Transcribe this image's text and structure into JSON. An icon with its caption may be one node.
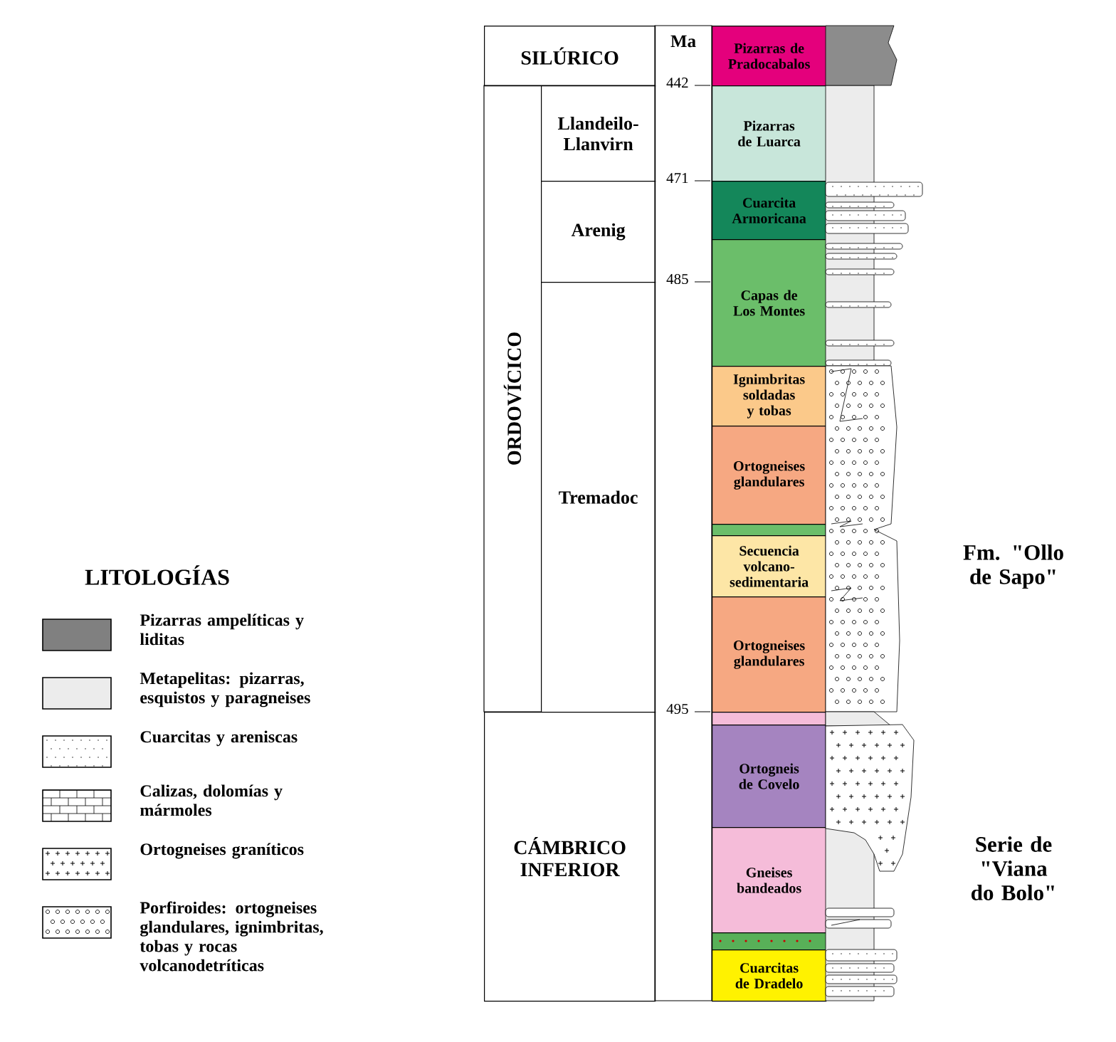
{
  "diagram": {
    "nodes": [
      {
        "text": [
          "SILÚRICO"
        ]
      },
      {
        "text": [
          "ORDOVÍCICO"
        ]
      },
      {
        "text": [
          "Llandeilo-Llanvirn"
        ],
        "in": 1
      },
      {
        "text": [
          "Arenig"
        ],
        "in": 1
      },
      {
        "text": [
          "Tremadoc"
        ],
        "in": 1
      },
      {
        "text": [
          "CÁMBRICO INFERIOR"
        ]
      },
      {
        "text": [
          "Pizarras de Pradocabalos"
        ]
      },
      {
        "text": [
          "Pizarras de Luarca"
        ]
      },
      {
        "text": [
          "Cuarcita Armoricana"
        ]
      },
      {
        "text": [
          "Capas de Los Montes"
        ]
      },
      {
        "text": [
          "Ignimbritas soldadas y tobas"
        ]
      },
      {
        "text": [
          "Ortogneises glandulares"
        ]
      },
      {
        "text": [],
        "shape": "bar"
      },
      {
        "text": [
          "Secuencia volcano-sedimentaria"
        ]
      },
      {
        "text": [
          "Ortogneises glandulares"
        ]
      },
      {
        "text": [],
        "shape": "bar"
      },
      {
        "text": [
          "Ortogneis de Covelo"
        ]
      },
      {
        "text": [
          "Gneises bandeados"
        ]
      },
      {
        "text": [],
        "shape": "bar"
      },
      {
        "text": [
          "Cuarcitas de Dradelo"
        ]
      }
    ],
    "labels": [
      "Ma",
      "442",
      "471",
      "485",
      "495",
      "LITOLOGÍAS",
      "Fm. \"Ollo de Sapo\"",
      "Serie de \"Viana do Bolo\""
    ],
    "legend": [
      {
        "text": "Pizarras ampelíticas y liditas",
        "color": "#808080"
      },
      {
        "text": "Metapelitas: pizarras, esquistos y paragneises",
        "color": "#ececec"
      },
      {
        "text": "Cuarcitas y areniscas"
      },
      {
        "text": "Calizas, dolomías y mármoles"
      },
      {
        "text": "Ortogneises graníticos"
      },
      {
        "text": "Porfiroides: ortogneises glandulares, ignimbritas, tobas y rocas volcanodetríticas"
      }
    ]
  }
}
